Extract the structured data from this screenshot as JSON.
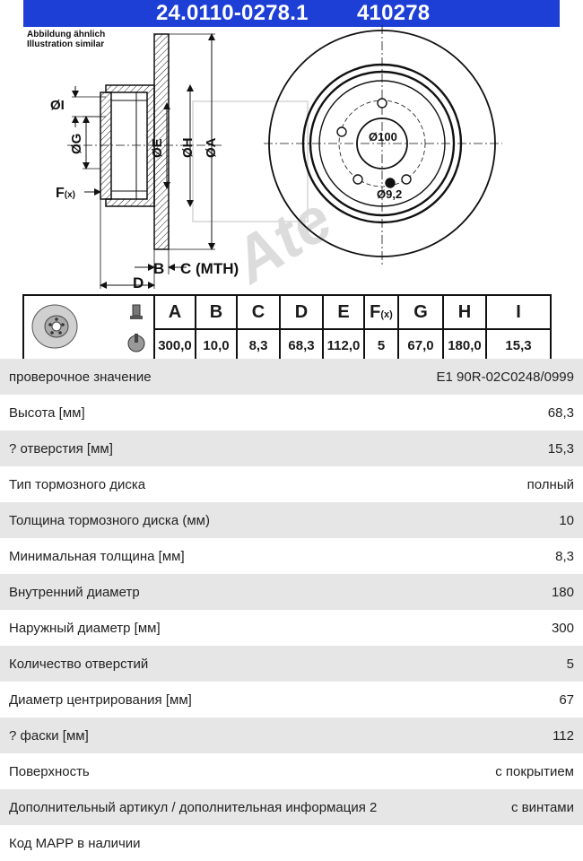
{
  "header": {
    "article_code": "24.0110-0278.1",
    "short_code": "410278"
  },
  "illustration_note": {
    "line1": "Abbildung ähnlich",
    "line2": "Illustration similar"
  },
  "drawing": {
    "labels": {
      "I": "ØI",
      "G": "ØG",
      "E": "ØE",
      "H": "ØH",
      "A": "ØA",
      "F": "F",
      "F_sub": "(x)",
      "B": "B",
      "C": "C (MTH)",
      "D": "D",
      "bolt_circle": "Ø100",
      "hole": "Ø9,2"
    },
    "brand_mark": "Ate"
  },
  "dimensions": {
    "headers": [
      "A",
      "B",
      "C",
      "D",
      "E",
      "F",
      "G",
      "H",
      "I"
    ],
    "f_sub": "(x)",
    "values": [
      "300,0",
      "10,0",
      "8,3",
      "68,3",
      "112,0",
      "5",
      "67,0",
      "180,0",
      "15,3"
    ]
  },
  "specs": [
    {
      "label": "проверочное значение",
      "value": "E1 90R-02C0248/0999"
    },
    {
      "label": "Высота [мм]",
      "value": "68,3"
    },
    {
      "label": "? отверстия [мм]",
      "value": "15,3"
    },
    {
      "label": "Тип тормозного диска",
      "value": "полный"
    },
    {
      "label": "Толщина тормозного диска (мм)",
      "value": "10"
    },
    {
      "label": "Минимальная толщина [мм]",
      "value": "8,3"
    },
    {
      "label": "Внутренний диаметр",
      "value": "180"
    },
    {
      "label": "Наружный диаметр [мм]",
      "value": "300"
    },
    {
      "label": "Количество отверстий",
      "value": "5"
    },
    {
      "label": "Диаметр центрирования [мм]",
      "value": "67"
    },
    {
      "label": "? фаски [мм]",
      "value": "112"
    },
    {
      "label": "Поверхность",
      "value": "с покрытием"
    },
    {
      "label": "Дополнительный артикул / дополнительная информация 2",
      "value": "с винтами"
    },
    {
      "label": "Код MAPP в наличии",
      "value": ""
    }
  ]
}
